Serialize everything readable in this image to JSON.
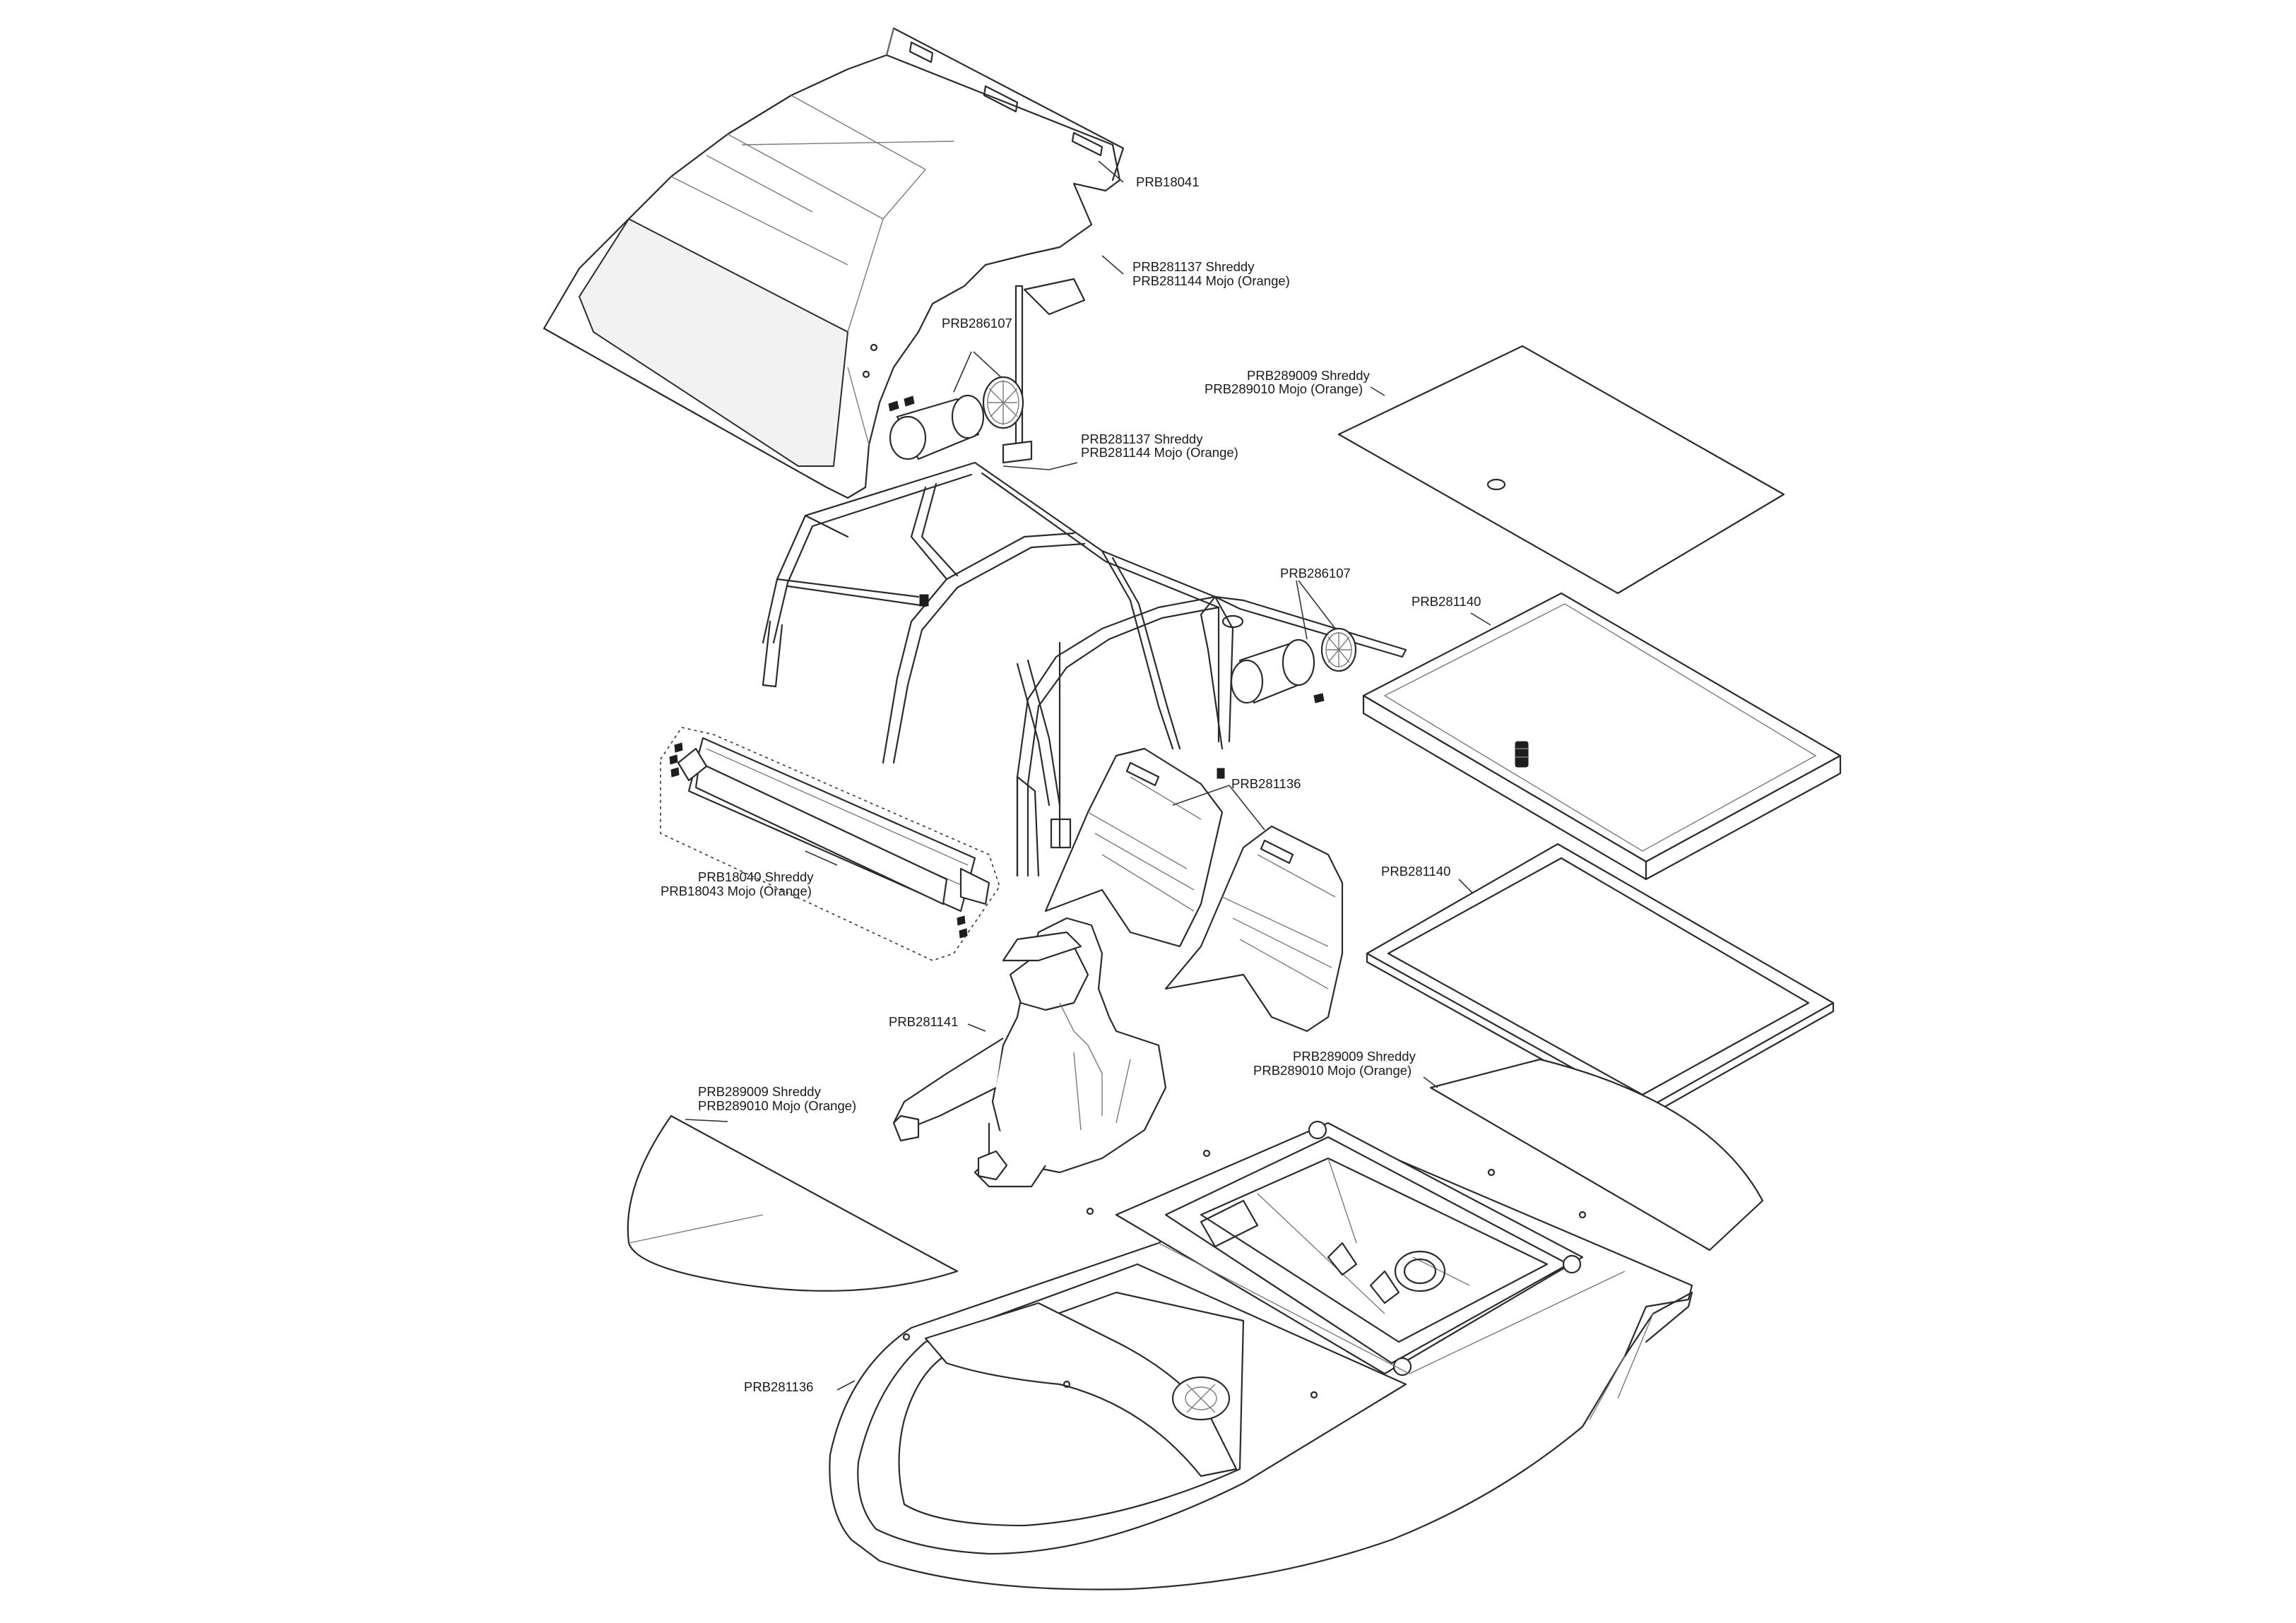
{
  "labels": {
    "canopy": "PRB18041",
    "upper_frame_top": {
      "line1": "PRB281137 Shreddy",
      "line2": "PRB281144 Mojo (Orange)"
    },
    "speaker_top": "PRB286107",
    "wrap_top": {
      "line1": "PRB289009 Shreddy",
      "line2": "PRB289010 Mojo (Orange)"
    },
    "roll_cage": {
      "line1": "PRB281137 Shreddy",
      "line2": "PRB281144 Mojo (Orange)"
    },
    "speaker_right": "PRB286107",
    "deck_lid": "PRB281140",
    "seats": "PRB281136",
    "light_bar": {
      "line1": "PRB18040 Shreddy",
      "line2": "PRB18043 Mojo (Orange)"
    },
    "deck_gasket": "PRB281140",
    "driver": "PRB281141",
    "wrap_right": {
      "line1": "PRB289009 Shreddy",
      "line2": "PRB289010 Mojo (Orange)"
    },
    "wrap_left": {
      "line1": "PRB289009 Shreddy",
      "line2": "PRB289010 Mojo (Orange)"
    },
    "hull": "PRB281136"
  }
}
